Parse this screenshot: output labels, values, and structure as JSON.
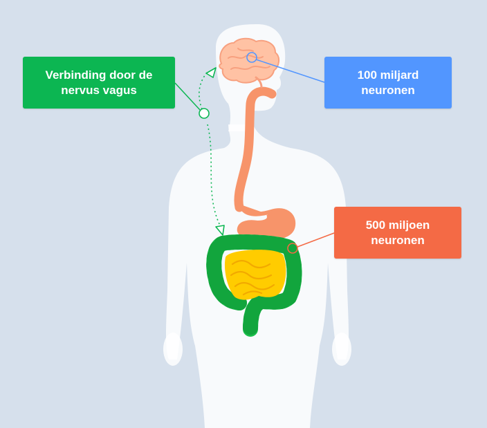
{
  "labels": {
    "vagus": "Verbinding door de\nnervus vagus",
    "brain_neurons": "100 miljard\nneuronen",
    "gut_neurons": "500 miljoen\nneuronen"
  },
  "colors": {
    "background": "#d6e0ec",
    "body": "#ffffff",
    "vagus": "#0cb652",
    "brain": "#5296ff",
    "gut": "#f46a45",
    "brain_fill": "#ffc2a4",
    "esophagus": "#f7946a",
    "small_intestine": "#ffcc00",
    "large_intestine": "#1bbf4b"
  },
  "icons": {
    "brain": "brain-icon",
    "esophagus": "esophagus-icon",
    "stomach": "stomach-icon",
    "small_intestine": "small-intestine-icon",
    "large_intestine": "large-intestine-icon",
    "body": "human-body-silhouette"
  }
}
